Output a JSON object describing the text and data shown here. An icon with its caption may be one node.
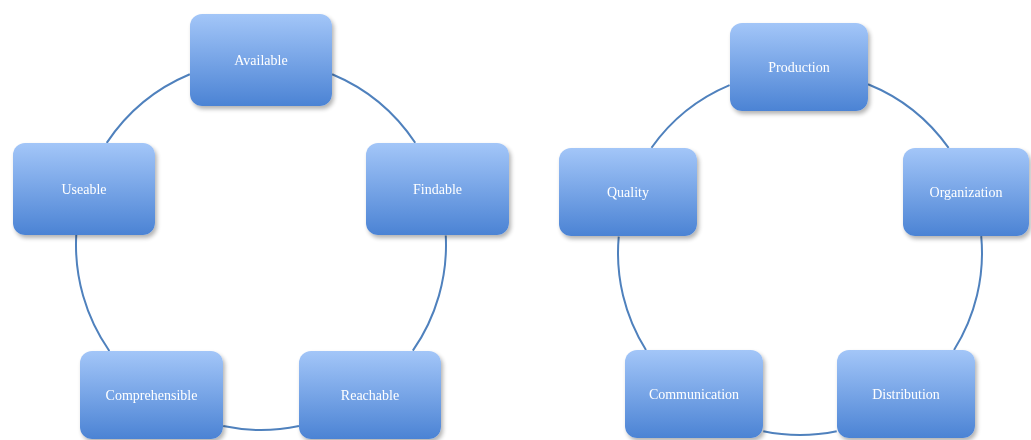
{
  "diagram": {
    "nodes": [
      {
        "text": [
          "Available"
        ]
      },
      {
        "text": [
          "Useable"
        ]
      },
      {
        "text": [
          "Findable"
        ]
      },
      {
        "text": [
          "Comprehensible"
        ]
      },
      {
        "text": [
          "Reachable"
        ]
      },
      {
        "text": [
          "Production"
        ]
      },
      {
        "text": [
          "Quality"
        ]
      },
      {
        "text": [
          "Organization"
        ]
      },
      {
        "text": [
          "Communication"
        ]
      },
      {
        "text": [
          "Distribution"
        ]
      }
    ],
    "edges": [
      {
        "from": 0,
        "to": 2,
        "arrow": "none"
      },
      {
        "from": 2,
        "to": 4,
        "arrow": "none"
      },
      {
        "from": 4,
        "to": 3,
        "arrow": "none"
      },
      {
        "from": 3,
        "to": 1,
        "arrow": "none"
      },
      {
        "from": 1,
        "to": 0,
        "arrow": "none"
      },
      {
        "from": 5,
        "to": 7,
        "arrow": "none"
      },
      {
        "from": 7,
        "to": 9,
        "arrow": "none"
      },
      {
        "from": 9,
        "to": 8,
        "arrow": "none"
      },
      {
        "from": 8,
        "to": 6,
        "arrow": "none"
      },
      {
        "from": 6,
        "to": 5,
        "arrow": "none"
      }
    ]
  }
}
